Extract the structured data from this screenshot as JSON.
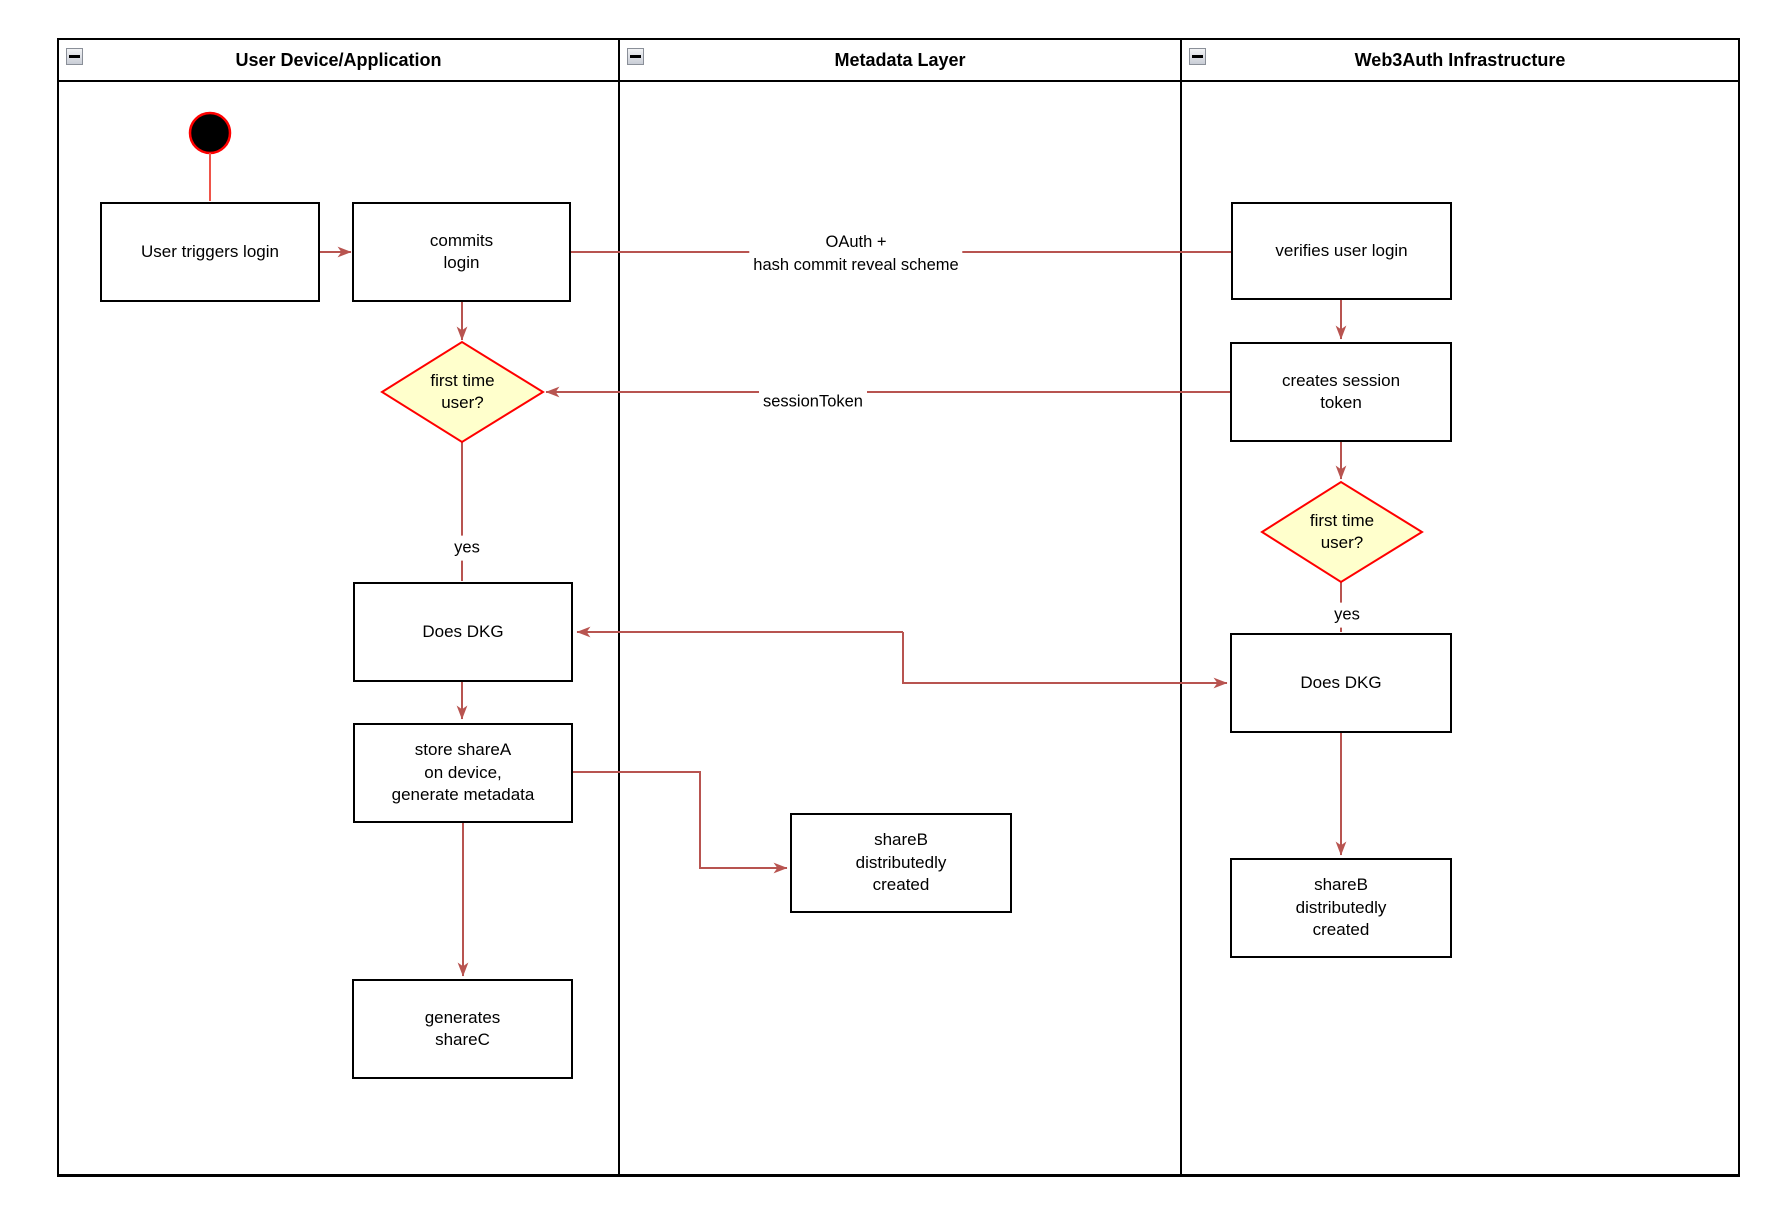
{
  "diagram": {
    "kind": "uml-activity-swimlane-flowchart",
    "colors": {
      "connector": "#b85450",
      "shape_outline_red": "#ff0000",
      "decision_fill": "#ffffcc",
      "start_node_fill": "#000000",
      "start_connector": "#ef5349",
      "box_border": "#000000",
      "lane_border": "#000000"
    }
  },
  "lanes": [
    {
      "title": "User Device/Application"
    },
    {
      "title": "Metadata Layer"
    },
    {
      "title": "Web3Auth Infrastructure"
    }
  ],
  "nodes": {
    "user_triggers_login": "User triggers login",
    "commits_login": "commits\nlogin",
    "verifies_user_login": "verifies user login",
    "creates_session_token": "creates session\ntoken",
    "first_time_user_left": "first time\nuser?",
    "first_time_user_right": "first time\nuser?",
    "does_dkg_left": "Does DKG",
    "does_dkg_right": "Does DKG",
    "store_sharea": "store shareA\non device,\ngenerate metadata",
    "shareb_metadata": "shareB\ndistributedly\ncreated",
    "shareb_web3auth": "shareB\ndistributedly\ncreated",
    "generates_sharec": "generates\nshareC"
  },
  "edge_labels": {
    "oauth": "OAuth +\nhash commit reveal scheme",
    "session_token": "sessionToken",
    "yes_left": "yes",
    "yes_right": "yes"
  }
}
